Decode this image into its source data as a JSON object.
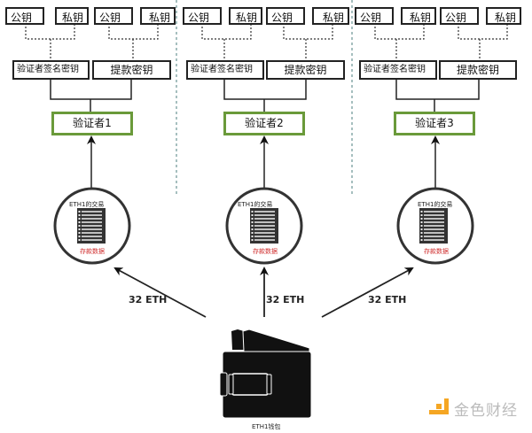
{
  "colors": {
    "validator_border": "#6a9a3a",
    "deposit_text": "#d03030",
    "brand_accent": "#f5a623",
    "brand_text": "#bbbbbb"
  },
  "validators": [
    {
      "signing_keys": {
        "public": "公钥",
        "private": "私钥"
      },
      "withdrawal_keys": {
        "public": "公钥",
        "private": "私钥"
      },
      "signing_key_label": "验证者签名密钥",
      "withdrawal_key_label": "提款密钥",
      "validator_label": "验证者1",
      "tx_label": "ETH1的交易",
      "deposit_label": "存款数据",
      "amount_label": "32 ETH"
    },
    {
      "signing_keys": {
        "public": "公钥",
        "private": "私钥"
      },
      "withdrawal_keys": {
        "public": "公钥",
        "private": "私钥"
      },
      "signing_key_label": "验证者签名密钥",
      "withdrawal_key_label": "提款密钥",
      "validator_label": "验证者2",
      "tx_label": "ETH1的交易",
      "deposit_label": "存款数据",
      "amount_label": "32 ETH"
    },
    {
      "signing_keys": {
        "public": "公钥",
        "private": "私钥"
      },
      "withdrawal_keys": {
        "public": "公钥",
        "private": "私钥"
      },
      "signing_key_label": "验证者签名密钥",
      "withdrawal_key_label": "提款密钥",
      "validator_label": "验证者3",
      "tx_label": "ETH1的交易",
      "deposit_label": "存款数据",
      "amount_label": "32 ETH"
    }
  ],
  "wallet": {
    "label": "ETH1钱包",
    "icon": "wallet-icon"
  },
  "watermark": {
    "text": "金色财经",
    "icon": "jinse-logo-icon"
  }
}
